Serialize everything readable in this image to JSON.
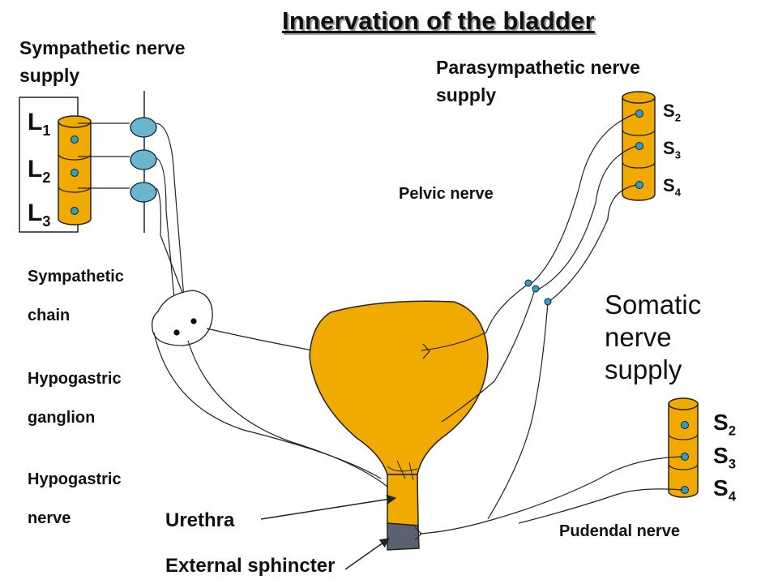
{
  "title": "Innervation of the bladder",
  "sympathetic_supply": {
    "line1": "Sympathetic nerve",
    "line2": "supply"
  },
  "parasympathetic_supply": {
    "line1": "Parasympathetic nerve",
    "line2": "supply"
  },
  "somatic_supply": {
    "line1": "Somatic",
    "line2": "nerve",
    "line3": "supply"
  },
  "lumbar_segments": [
    {
      "letter": "L",
      "num": "1"
    },
    {
      "letter": "L",
      "num": "2"
    },
    {
      "letter": "L",
      "num": "3"
    }
  ],
  "sacral_parasympathetic_segments": [
    {
      "letter": "S",
      "num": "2"
    },
    {
      "letter": "S",
      "num": "3"
    },
    {
      "letter": "S",
      "num": "4"
    }
  ],
  "sacral_somatic_segments": [
    {
      "letter": "S",
      "num": "2"
    },
    {
      "letter": "S",
      "num": "3"
    },
    {
      "letter": "S",
      "num": "4"
    }
  ],
  "left_labels": {
    "sympathetic_1": "Sympathetic",
    "sympathetic_2": "chain",
    "hypogastric_ganglion_1": "Hypogastric",
    "hypogastric_ganglion_2": "ganglion",
    "hypogastric_nerve_1": "Hypogastric",
    "hypogastric_nerve_2": "nerve"
  },
  "pelvic_nerve": "Pelvic nerve",
  "pudendal_nerve": "Pudendal nerve",
  "urethra": "Urethra",
  "external_sphincter": "External sphincter",
  "colors": {
    "cord": "#f0aa00",
    "bladder": "#f0aa00",
    "ganglion": "#6ab4cc",
    "dot": "#2f9ec8",
    "sphincter": "#5a6272",
    "line": "#222222"
  }
}
